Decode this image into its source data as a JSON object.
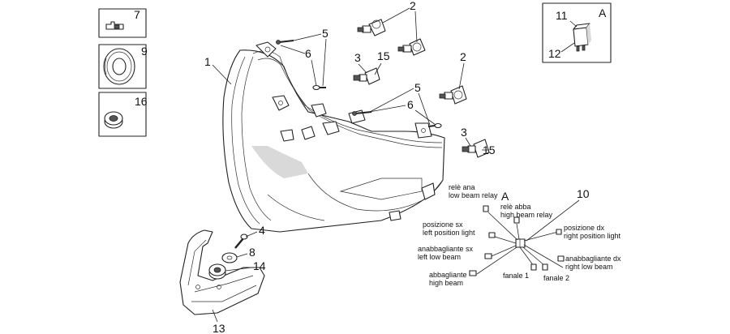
{
  "callouts": {
    "n1": "1",
    "n2a": "2",
    "n2b": "2",
    "n3a": "3",
    "n3b": "3",
    "n4": "4",
    "n5a": "5",
    "n5b": "5",
    "n6a": "6",
    "n6b": "6",
    "n7": "7",
    "n8": "8",
    "n9": "9",
    "n10": "10",
    "n11": "11",
    "n12": "12",
    "n13": "13",
    "n14": "14",
    "n15a": "15",
    "n15b": "15",
    "n16": "16"
  },
  "detail_letters": {
    "box": "A",
    "wiring": "A"
  },
  "wiring_labels": {
    "low_relay_it": "relè ana",
    "low_relay_en": "low beam relay",
    "high_relay_it": "relè abba",
    "high_relay_en": "high beam relay",
    "pos_sx_it": "posizione sx",
    "pos_sx_en": "left position light",
    "pos_dx_it": "posizione dx",
    "pos_dx_en": "right position light",
    "low_sx_it": "anabbagliante sx",
    "low_sx_en": "left low beam",
    "low_dx_it": "anabbagliante dx",
    "low_dx_en": "right low beam",
    "high_it": "abbagliante",
    "high_en": "high beam",
    "fanale1": "fanale 1",
    "fanale2": "fanale 2"
  }
}
